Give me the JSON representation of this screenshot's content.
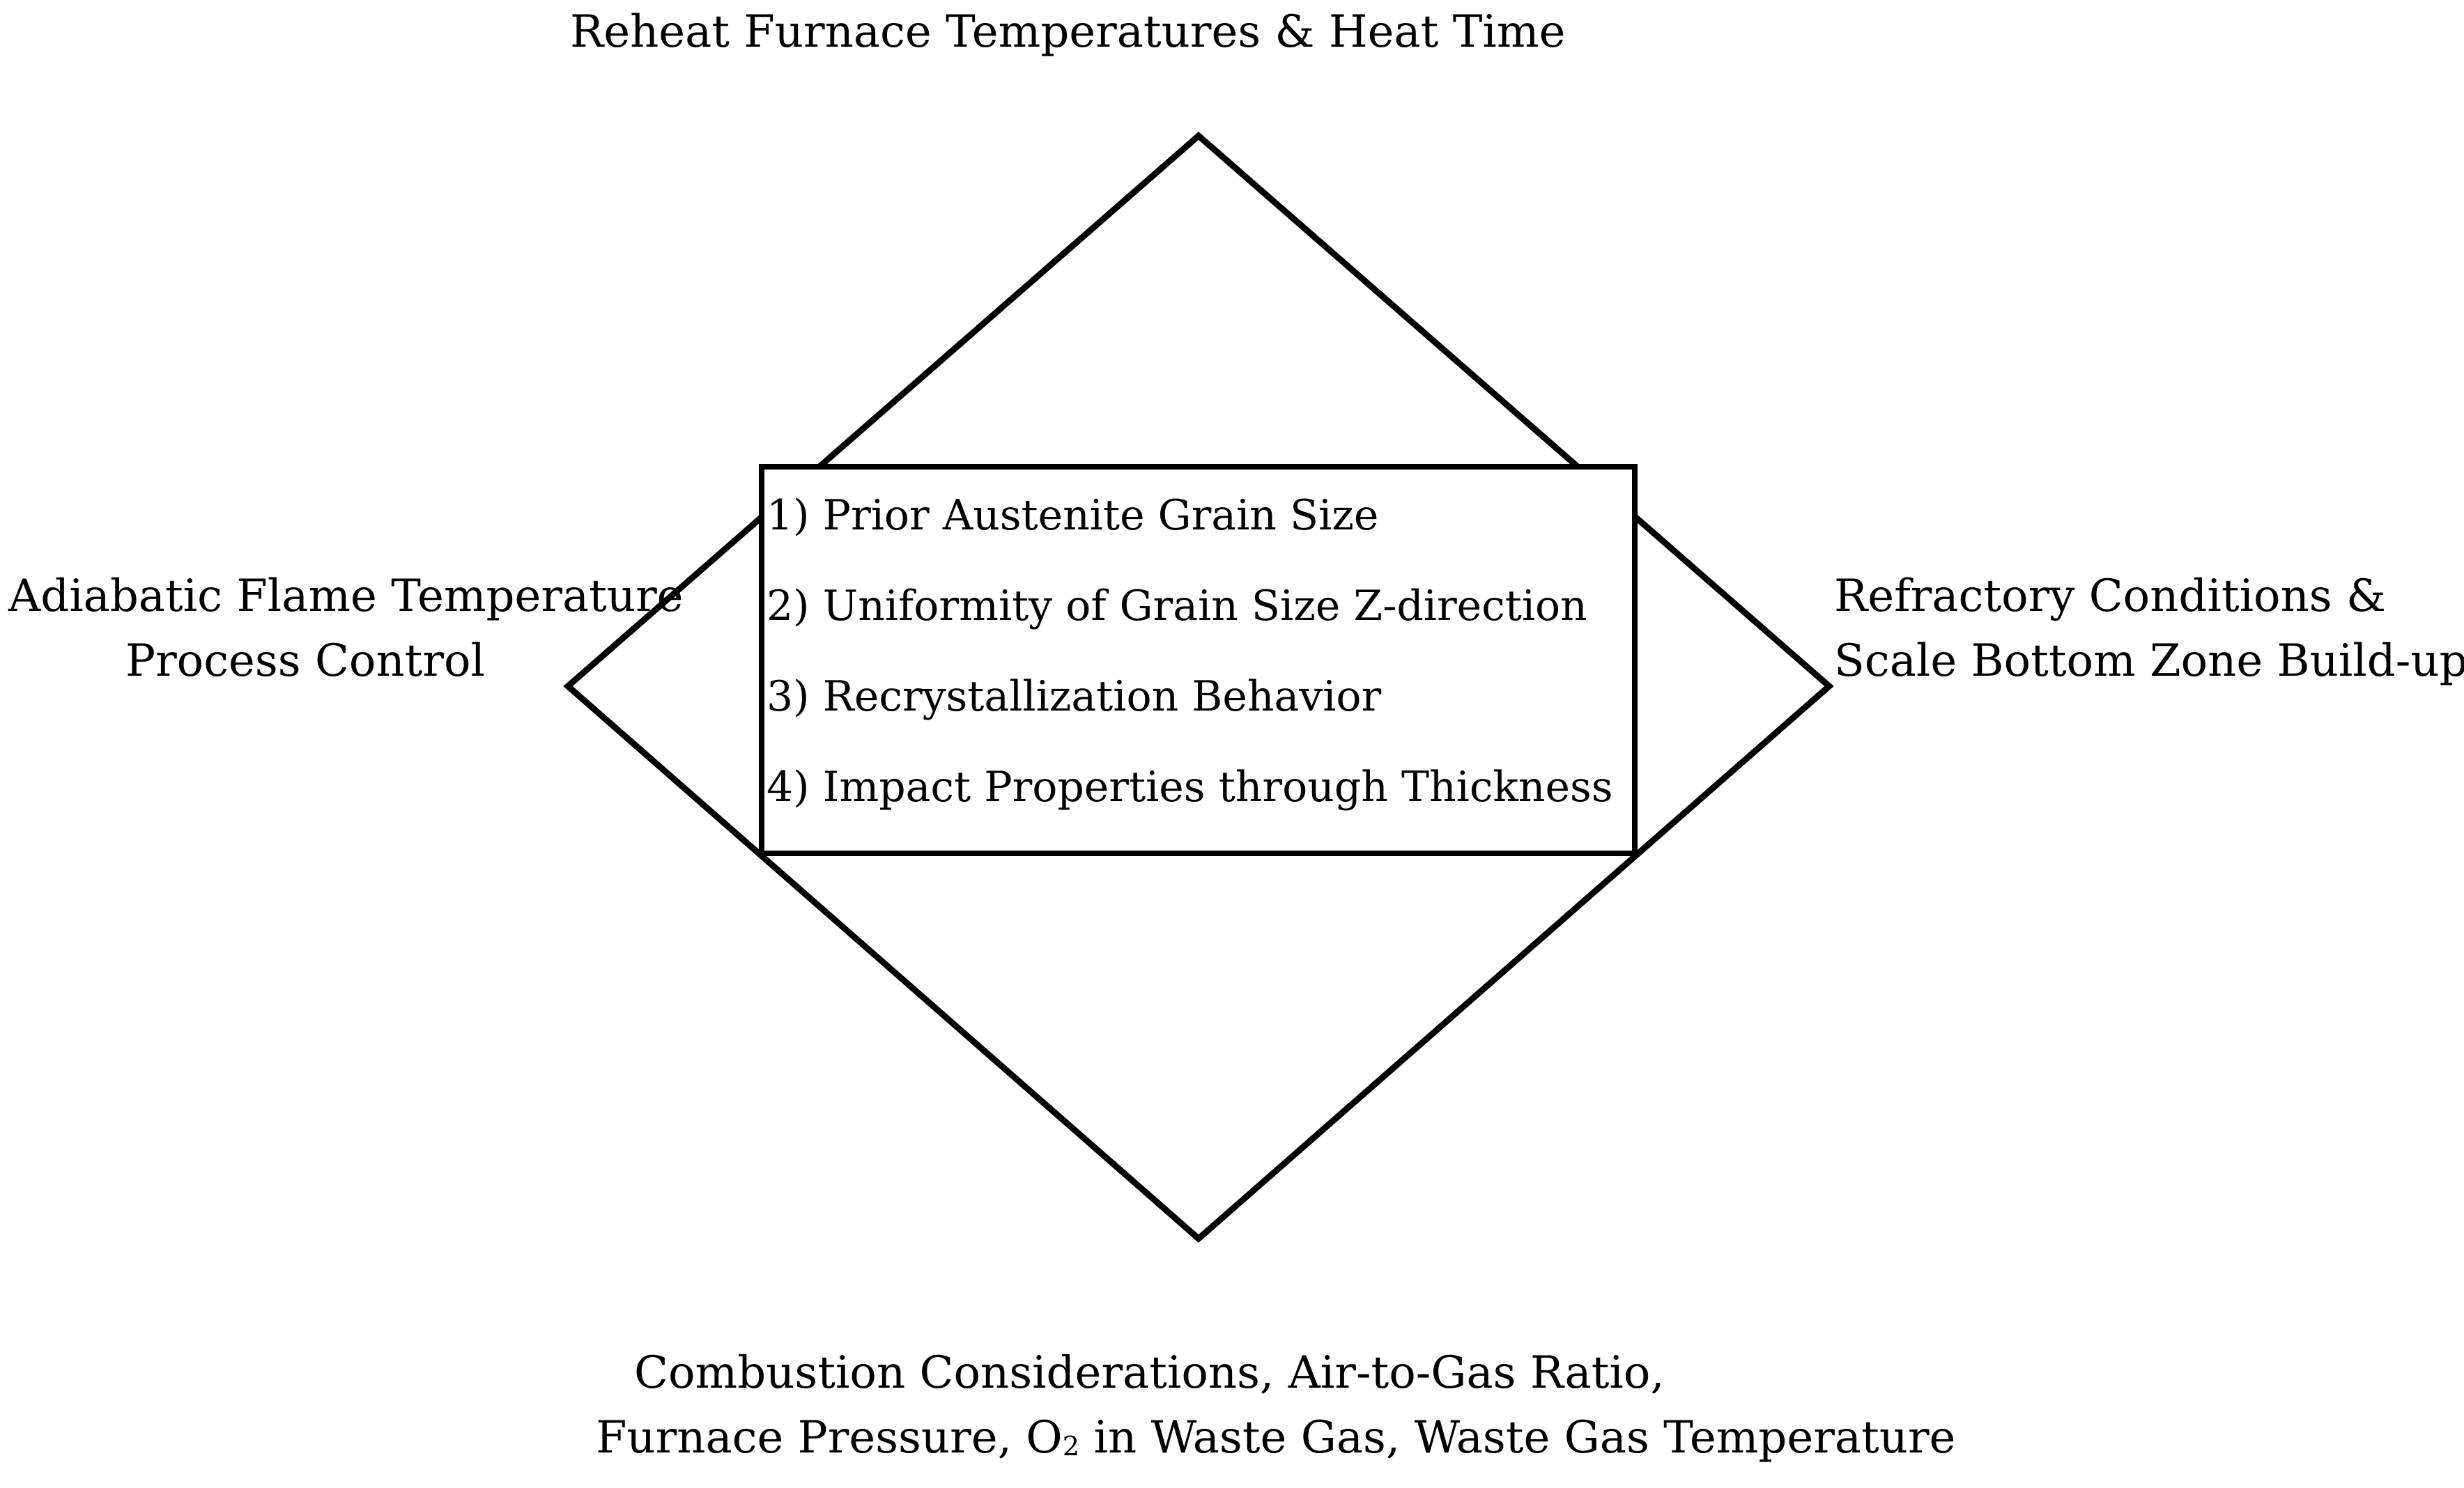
{
  "diagram": {
    "top_label": "Reheat Furnace Temperatures & Heat Time",
    "left_label": {
      "line1": "Adiabatic Flame Temperature",
      "line2": "Process Control"
    },
    "right_label": {
      "line1": "Refractory Conditions &",
      "line2": "Scale Bottom Zone Build-up"
    },
    "bottom_label": {
      "line1": "Combustion Considerations, Air-to-Gas Ratio,",
      "line2_before": "Furnace Pressure, O",
      "line2_sub": "2",
      "line2_after": " in Waste Gas, Waste Gas Temperature"
    },
    "center_items": [
      "1) Prior Austenite Grain Size",
      "2) Uniformity of Grain Size Z-direction",
      "3) Recrystallization Behavior",
      "4) Impact Properties through Thickness"
    ]
  }
}
